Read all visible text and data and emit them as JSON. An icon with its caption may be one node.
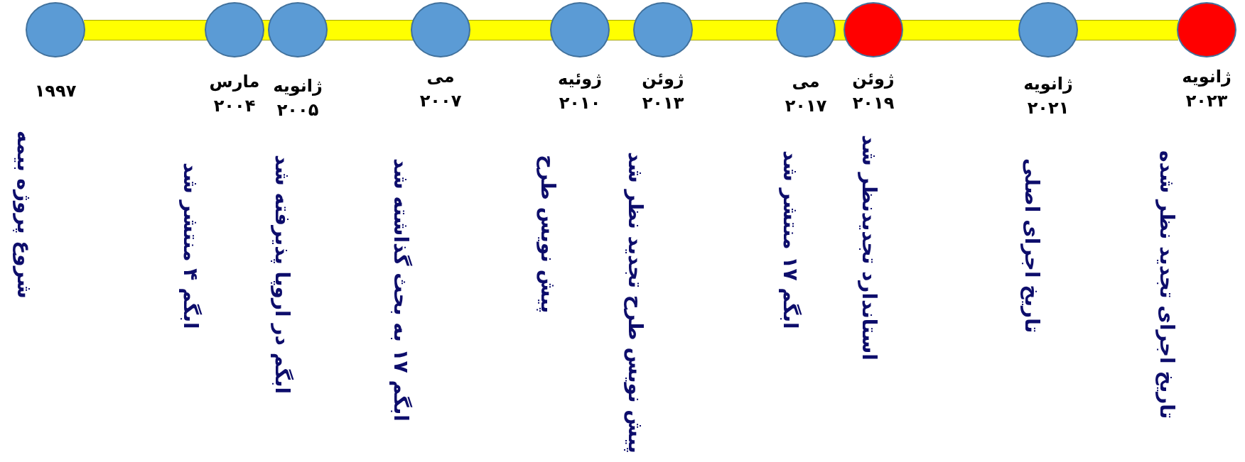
{
  "diagram": {
    "nodes": [
      {
        "text": [],
        "shape": "circle",
        "beside": [
          "۱۹۹۷",
          "شروع پروژه بیمه"
        ]
      },
      {
        "text": [],
        "shape": "circle",
        "beside": [
          "مارس ۲۰۰۴",
          "ابگم ۴ منتشر شد"
        ]
      },
      {
        "text": [],
        "shape": "circle",
        "beside": [
          "ژانویه ۲۰۰۵",
          "ابگم در اروپا پذیرفته شد"
        ]
      },
      {
        "text": [],
        "shape": "circle",
        "beside": [
          "می ۲۰۰۷",
          "ابگم ۱۷ به بحث گذاشته شد"
        ]
      },
      {
        "text": [],
        "shape": "circle",
        "beside": [
          "ژوئیه ۲۰۱۰",
          "پیش نویس طرح"
        ]
      },
      {
        "text": [],
        "shape": "circle",
        "beside": [
          "ژوئن ۲۰۱۳",
          "پیش نویس طرح تجدید نظر شد"
        ]
      },
      {
        "text": [],
        "shape": "circle",
        "beside": [
          "می ۲۰۱۷",
          "ابگم ۱۷ منتشر شد"
        ]
      },
      {
        "text": [],
        "shape": "circle",
        "beside": [
          "ژوئن ۲۰۱۹",
          "استاندارد تجدیدنظر شد"
        ]
      },
      {
        "text": [],
        "shape": "circle",
        "beside": [
          "ژانویه ۲۰۲۱",
          "تاریخ اجرای اصلی"
        ]
      },
      {
        "text": [],
        "shape": "circle",
        "beside": [
          "ژانویه ۲۰۲۳",
          "تاریخ اجرای تجدید نظر شده"
        ]
      },
      {
        "text": [],
        "shape": "bar"
      }
    ]
  }
}
